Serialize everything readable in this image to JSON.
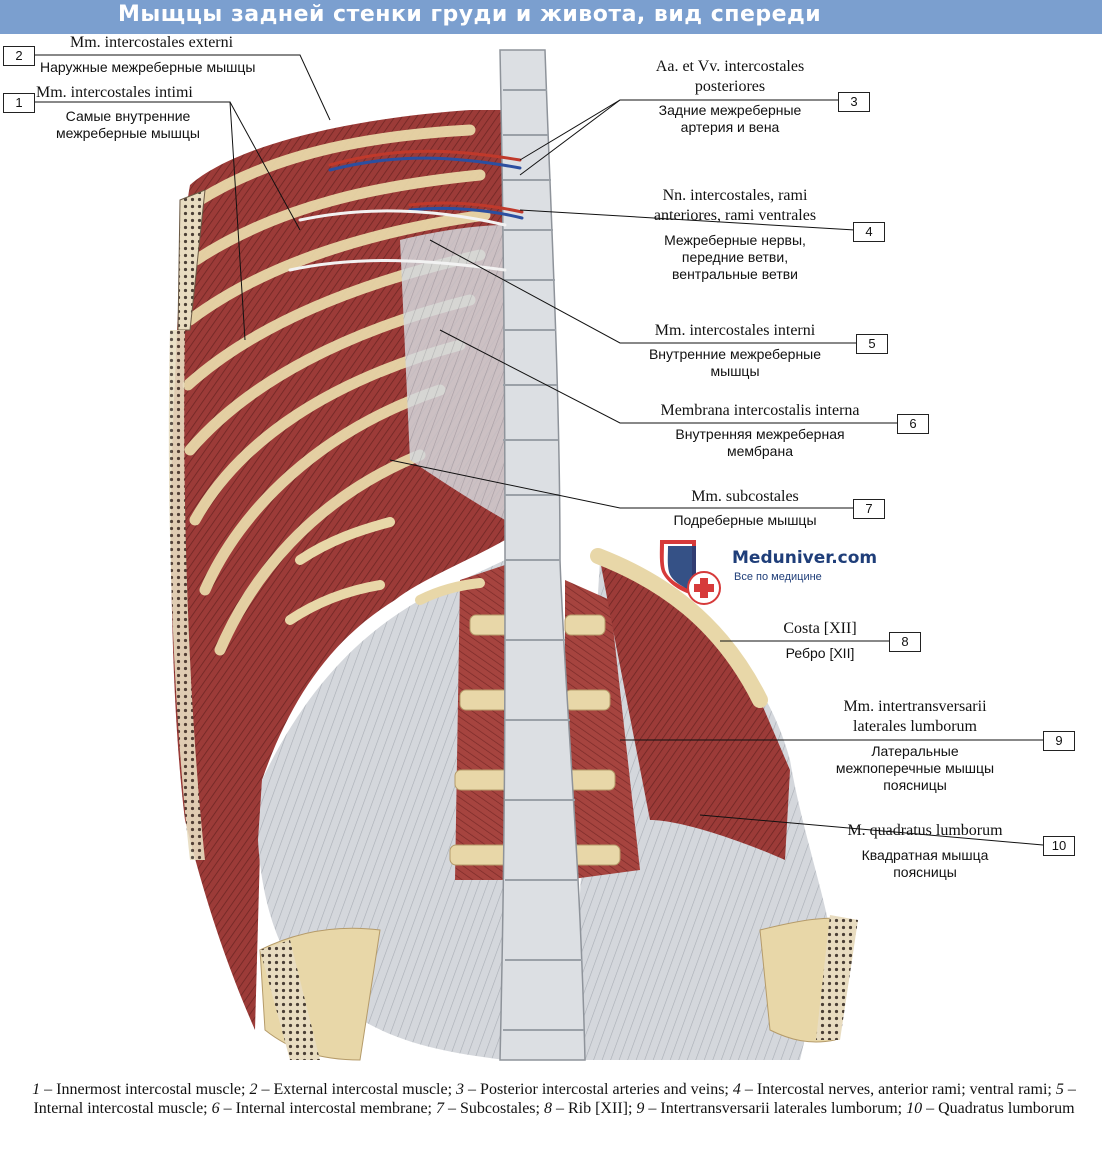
{
  "title": "Мыщцы задней стенки груди и живота, вид спереди",
  "logo": {
    "name": "Meduniver.com",
    "tagline": "Все по медицине"
  },
  "labels": [
    {
      "num": "1",
      "latin": "Mm. intercostales intimi",
      "russian": "Самые внутренние межреберные мышцы"
    },
    {
      "num": "2",
      "latin": "Mm. intercostales externi",
      "russian": "Наружные межреберные мышцы"
    },
    {
      "num": "3",
      "latin": "Aa. et Vv. intercostales posteriores",
      "russian": "Задние межреберные артерия и вена"
    },
    {
      "num": "4",
      "latin": "Nn. intercostales, rami anteriores, rami ventrales",
      "russian": "Межреберные нервы, передние ветви, вентральные ветви"
    },
    {
      "num": "5",
      "latin": "Mm. intercostales interni",
      "russian": "Внутренние межреберные мышцы"
    },
    {
      "num": "6",
      "latin": "Membrana intercostalis interna",
      "russian": "Внутренняя межреберная мембрана"
    },
    {
      "num": "7",
      "latin": "Mm. subcostales",
      "russian": "Подреберные мышцы"
    },
    {
      "num": "8",
      "latin": "Costa [XII]",
      "russian": "Ребро [XII]"
    },
    {
      "num": "9",
      "latin": "Mm. intertransversarii laterales lumborum",
      "russian": "Латеральные межпоперечные мышцы поясницы"
    },
    {
      "num": "10",
      "latin": "M. quadratus lumborum",
      "russian": "Квадратная мышца поясницы"
    }
  ],
  "display": {
    "l1_latin": "Mm. intercostales intimi",
    "l1_ru_1": "Самые внутренние",
    "l1_ru_2": "межреберные мышцы",
    "l2_latin": "Mm. intercostales externi",
    "l2_ru_1": "Наружные межреберные мышцы",
    "l3_latin_1": "Aa. et Vv. intercostales",
    "l3_latin_2": "posteriores",
    "l3_ru_1": "Задние межреберные",
    "l3_ru_2": "артерия и вена",
    "l4_latin_1": "Nn. intercostales, rami",
    "l4_latin_2": "anteriores, rami ventrales",
    "l4_ru_1": "Межреберные нервы,",
    "l4_ru_2": "передние ветви,",
    "l4_ru_3": "вентральные ветви",
    "l5_latin": "Mm. intercostales interni",
    "l5_ru_1": "Внутренние межреберные",
    "l5_ru_2": "мышцы",
    "l6_latin": "Membrana intercostalis interna",
    "l6_ru_1": "Внутренняя межреберная",
    "l6_ru_2": "мембрана",
    "l7_latin": "Mm. subcostales",
    "l7_ru_1": "Подреберные мышцы",
    "l8_latin": "Costa [XII]",
    "l8_ru_1": "Ребро [XII]",
    "l9_latin_1": "Mm. intertransversarii",
    "l9_latin_2": "laterales lumborum",
    "l9_ru_1": "Латеральные",
    "l9_ru_2": "межпоперечные мышцы",
    "l9_ru_3": "поясницы",
    "l10_latin": "M. quadratus lumborum",
    "l10_ru_1": "Квадратная мышца",
    "l10_ru_2": "поясницы"
  },
  "caption": {
    "n1": "1",
    "t1": " – Innermost intercostal muscle; ",
    "n2": "2",
    "t2": " – External intercostal muscle; ",
    "n3": "3",
    "t3": " – Posterior intercostal arteries and veins; ",
    "n4": "4",
    "t4": " – Intercostal nerves, anterior rami; ventral rami; ",
    "n5": "5",
    "t5": " – Internal intercostal muscle; ",
    "n6": "6",
    "t6": " – Internal intercostal membrane; ",
    "n7": "7",
    "t7": " – Subcostales; ",
    "n8": "8",
    "t8": " – Rib [XII]; ",
    "n9": "9",
    "t9": " – Intertransversarii laterales lumborum; ",
    "n10": "10",
    "t10": " – Quadratus lumborum"
  },
  "colors": {
    "title_bar": "#7b9fcf",
    "muscle": "#9c3b38",
    "muscle_dark": "#7a2a28",
    "bone": "#e8d7a8",
    "fascia": "#cfd3d8",
    "spine": "#dcdfe3",
    "artery": "#c0392b",
    "vein": "#2c4fa0",
    "logo_blue": "#1f3e79",
    "logo_red": "#d63a3a"
  }
}
